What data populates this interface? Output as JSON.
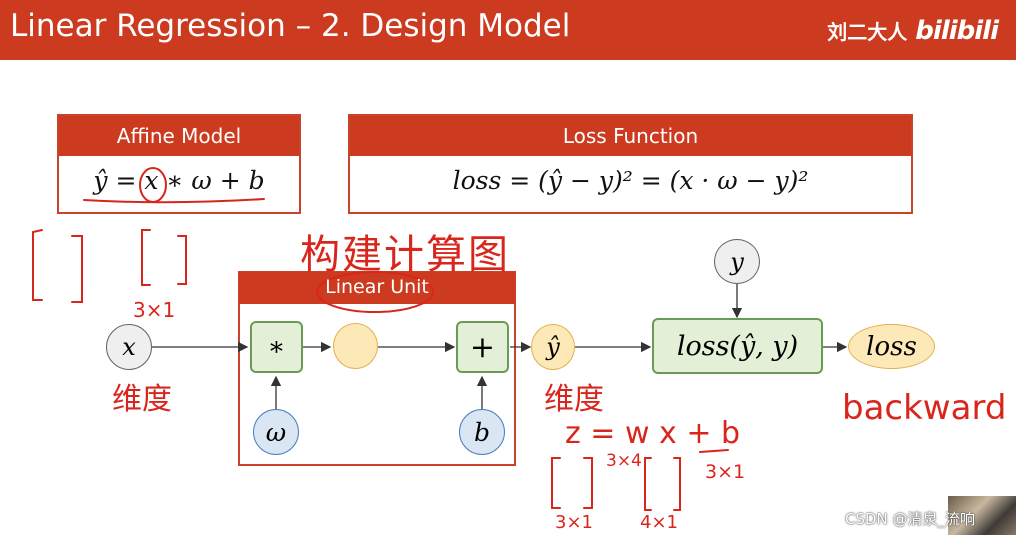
{
  "header": {
    "title": "Linear Regression – 2. Design Model",
    "brand_text": "刘二大人",
    "brand_logo": "bilibili"
  },
  "affine_box": {
    "title": "Affine Model",
    "formula": "ŷ = x ∗ ω + b"
  },
  "loss_box": {
    "title": "Loss Function",
    "formula": "loss = (ŷ − y)² = (x · ω − y)²"
  },
  "graph": {
    "linear_unit_label": "Linear Unit",
    "x_node": "x",
    "mul_node": "∗",
    "add_node": "+",
    "w_node": "ω",
    "b_node": "b",
    "yhat_node": "ŷ",
    "y_node": "y",
    "loss_fn_node": "loss(ŷ, y)",
    "loss_node": "loss"
  },
  "annotations": {
    "compute_graph": "构建计算图",
    "dim_3x1_top": "3×1",
    "dim_word_left": "维度",
    "dim_word_mid": "维度",
    "equation": "z = w x + b",
    "dim_3x4": "3×4",
    "dim_3x1_b": "3×1",
    "dim_3x1_bottom": "3×1",
    "dim_4x1_bottom": "4×1",
    "backward": "backward"
  },
  "footer": {
    "credit": "CSDN @清泉_流响"
  },
  "colors": {
    "accent": "#cc3a1f",
    "node_green_fill": "#e3efd7",
    "node_blue_fill": "#dae6f4",
    "node_yellow_fill": "#fde9b8",
    "handwriting": "#d9261c"
  }
}
